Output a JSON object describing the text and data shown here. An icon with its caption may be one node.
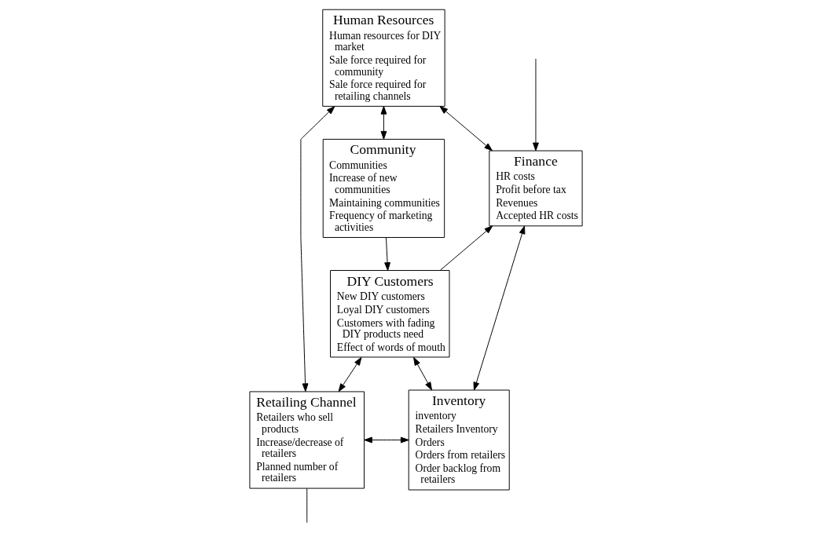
{
  "diagram": {
    "nodes": [
      {
        "text": [
          "Human Resources",
          "Human resources for DIY market",
          "Sale force required for community",
          "Sale force required for retailing channels"
        ]
      },
      {
        "text": [
          "Community",
          "Communities",
          "Increase of new communities",
          "Maintaining communities",
          "Frequency of marketing activities"
        ]
      },
      {
        "text": [
          "Finance",
          "HR costs",
          "Profit before tax",
          "Revenues",
          "Accepted HR costs"
        ]
      },
      {
        "text": [
          "DIY Customers",
          "New DIY customers",
          "Loyal DIY customers",
          "Customers with fading DIY products need",
          "Effect of words of mouth"
        ]
      },
      {
        "text": [
          "Retailing Channel",
          "Retailers who sell products",
          "Increase/decrease of retailers",
          "Planned number of retailers"
        ]
      },
      {
        "text": [
          "Inventory",
          "inventory",
          "Retailers Inventory",
          "Orders",
          "Orders from retailers",
          "Order backlog from retailers"
        ]
      }
    ],
    "edges": [
      {
        "from": 0,
        "to": 4,
        "arrow": "both"
      },
      {
        "from": 0,
        "to": 1,
        "arrow": "both"
      },
      {
        "from": 0,
        "to": 2,
        "arrow": "both"
      },
      {
        "from": 2,
        "to": 5,
        "arrow": "both"
      },
      {
        "from": 1,
        "to": 3,
        "arrow": "to"
      },
      {
        "from": 3,
        "to": 2,
        "arrow": "to"
      },
      {
        "from": 3,
        "to": 5,
        "arrow": "both"
      },
      {
        "from": 4,
        "to": 3,
        "arrow": "both"
      },
      {
        "from": 4,
        "to": 5,
        "arrow": "both"
      },
      {
        "from": 4,
        "to": null,
        "arrow": "none"
      },
      {
        "from": null,
        "to": 2,
        "arrow": "to"
      }
    ]
  }
}
